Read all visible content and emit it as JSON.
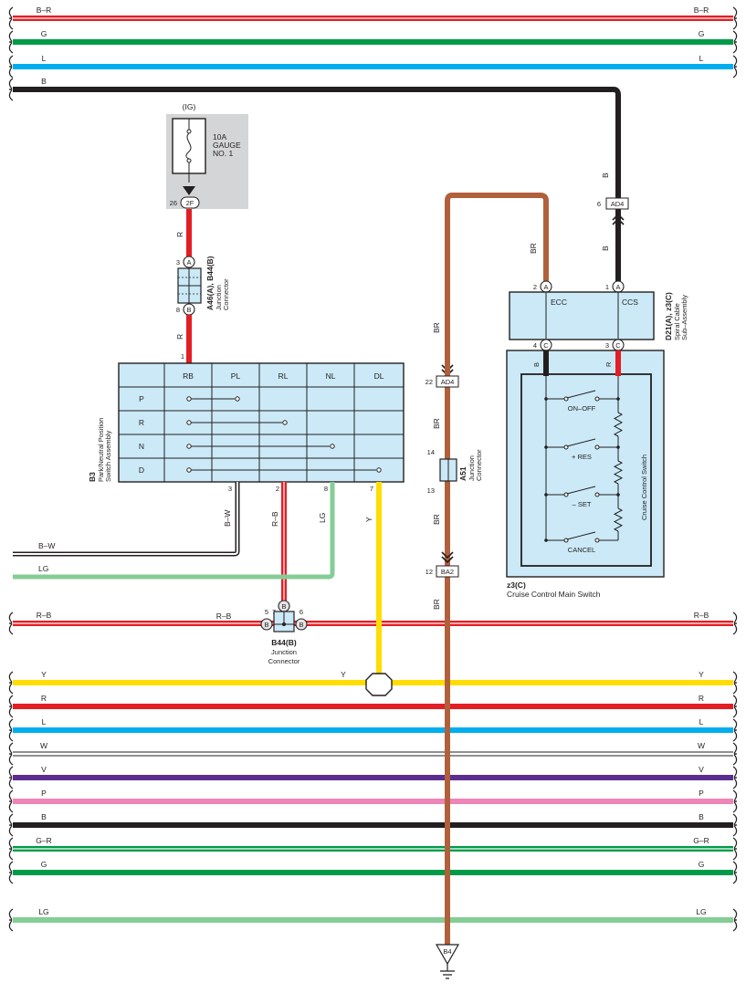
{
  "colors": {
    "red": "#e31e24",
    "green": "#009b48",
    "blue": "#00aeef",
    "black": "#231f20",
    "brown": "#b0603b",
    "yellow": "#ffdd00",
    "violet": "#5c2d91",
    "pink": "#ef84b6",
    "light_green": "#85cc96",
    "white_wire": "#ffffff",
    "box_fill": "#cbe9f7",
    "fuse_bg": "#d4d5d7"
  },
  "buses": [
    {
      "code": "B–R",
      "stroke": "#e31e24",
      "kind": "striped",
      "label_left": "B–R",
      "label_right": "B–R"
    },
    {
      "code": "G",
      "stroke": "#009b48",
      "kind": "solid",
      "label_left": "G",
      "label_right": "G"
    },
    {
      "code": "L",
      "stroke": "#00aeef",
      "kind": "solid",
      "label_left": "L",
      "label_right": "L"
    },
    {
      "code": "B",
      "stroke": "#231f20",
      "kind": "solid",
      "label_left": "B",
      "label_right": ""
    },
    {
      "code": "R–B",
      "stroke": "#e31e24",
      "kind": "striped",
      "label_left": "R–B",
      "label_right": "R–B"
    },
    {
      "code": "Y",
      "stroke": "#ffdd00",
      "kind": "solid",
      "label_left": "Y",
      "label_right": "Y"
    },
    {
      "code": "R",
      "stroke": "#e31e24",
      "kind": "solid",
      "label_left": "R",
      "label_right": "R"
    },
    {
      "code": "L",
      "stroke": "#00aeef",
      "kind": "solid",
      "label_left": "L",
      "label_right": "L"
    },
    {
      "code": "W",
      "stroke": "#ffffff",
      "kind": "outlined",
      "label_left": "W",
      "label_right": "W"
    },
    {
      "code": "V",
      "stroke": "#5c2d91",
      "kind": "solid",
      "label_left": "V",
      "label_right": "V"
    },
    {
      "code": "P",
      "stroke": "#ef84b6",
      "kind": "solid",
      "label_left": "P",
      "label_right": "P"
    },
    {
      "code": "B",
      "stroke": "#231f20",
      "kind": "solid",
      "label_left": "B",
      "label_right": "B"
    },
    {
      "code": "G–R",
      "stroke": "#009b48",
      "kind": "striped",
      "label_left": "G–R",
      "label_right": "G–R"
    },
    {
      "code": "G",
      "stroke": "#009b48",
      "kind": "solid",
      "label_left": "G",
      "label_right": "G"
    },
    {
      "code": "LG",
      "stroke": "#85cc96",
      "kind": "solid",
      "label_left": "LG",
      "label_right": "LG"
    }
  ],
  "fuse": {
    "source": "(IG)",
    "rating": "10A",
    "name_line1": "GAUGE",
    "name_line2": "NO. 1",
    "connector": "2F",
    "pin": "26"
  },
  "junction_a46": {
    "name": "A46(A), B44(B)",
    "desc1": "Junction",
    "desc2": "Connector",
    "pin_top": "3",
    "pin_bottom": "8",
    "letter_top": "A",
    "letter_bottom": "B"
  },
  "pnp_switch": {
    "code": "B3",
    "desc1": "Park/Neutral Position",
    "desc2": "Switch Assembly",
    "columns": [
      "RB",
      "PL",
      "RL",
      "NL",
      "DL"
    ],
    "rows": [
      "P",
      "R",
      "N",
      "D"
    ],
    "pin_top": "1",
    "pins_bottom": [
      "3",
      "2",
      "8",
      "7"
    ]
  },
  "spiral_cable": {
    "code": "D21(A), z3(C)",
    "desc1": "Spiral Cable",
    "desc2": "Sub–Assembly",
    "left_label": "ECC",
    "right_label": "CCS",
    "pin_ecc": "2",
    "pin_ccs": "1",
    "pin_c4": "4",
    "pin_c3": "3",
    "letter_a": "A",
    "letter_c": "C"
  },
  "cruise_switch": {
    "code": "z3(C)",
    "desc": "Cruise Control Main Switch",
    "vertical_label": "Cruise Control Switch",
    "switches": [
      "ON–OFF",
      "+ RES",
      "– SET",
      "CANCEL"
    ]
  },
  "connectors": {
    "ad4_upper_pin": "6",
    "ad4_upper": "AD4",
    "ad4_lower_pin": "22",
    "ad4_lower": "AD4",
    "ba2_pin": "12",
    "ba2": "BA2",
    "ground": "B4"
  },
  "junction_a51": {
    "name": "A51",
    "desc1": "Junction",
    "desc2": "Connector",
    "pin_top": "14",
    "pin_bottom": "13"
  },
  "junction_b44": {
    "name": "B44(B)",
    "desc1": "Junction",
    "desc2": "Connector",
    "pin_left": "5",
    "pin_mid": "7",
    "pin_right": "6",
    "letter": "B"
  },
  "wire_labels": {
    "fuse_out": "R",
    "fuse_to_pnp": "R",
    "pnp_p3": "B–W",
    "pnp_p2": "R–B",
    "pnp_p8": "LG",
    "pnp_p7": "Y",
    "bw_left": "B–W",
    "lg_left": "LG",
    "rb_mid": "R–B",
    "y_mid": "Y",
    "br_upper": "BR",
    "br_a": "BR",
    "br_b": "BR",
    "br_c": "BR",
    "br_d": "BR",
    "b_upper": "B",
    "b_lower": "B",
    "c4_wire": "B",
    "c3_wire": "R"
  }
}
